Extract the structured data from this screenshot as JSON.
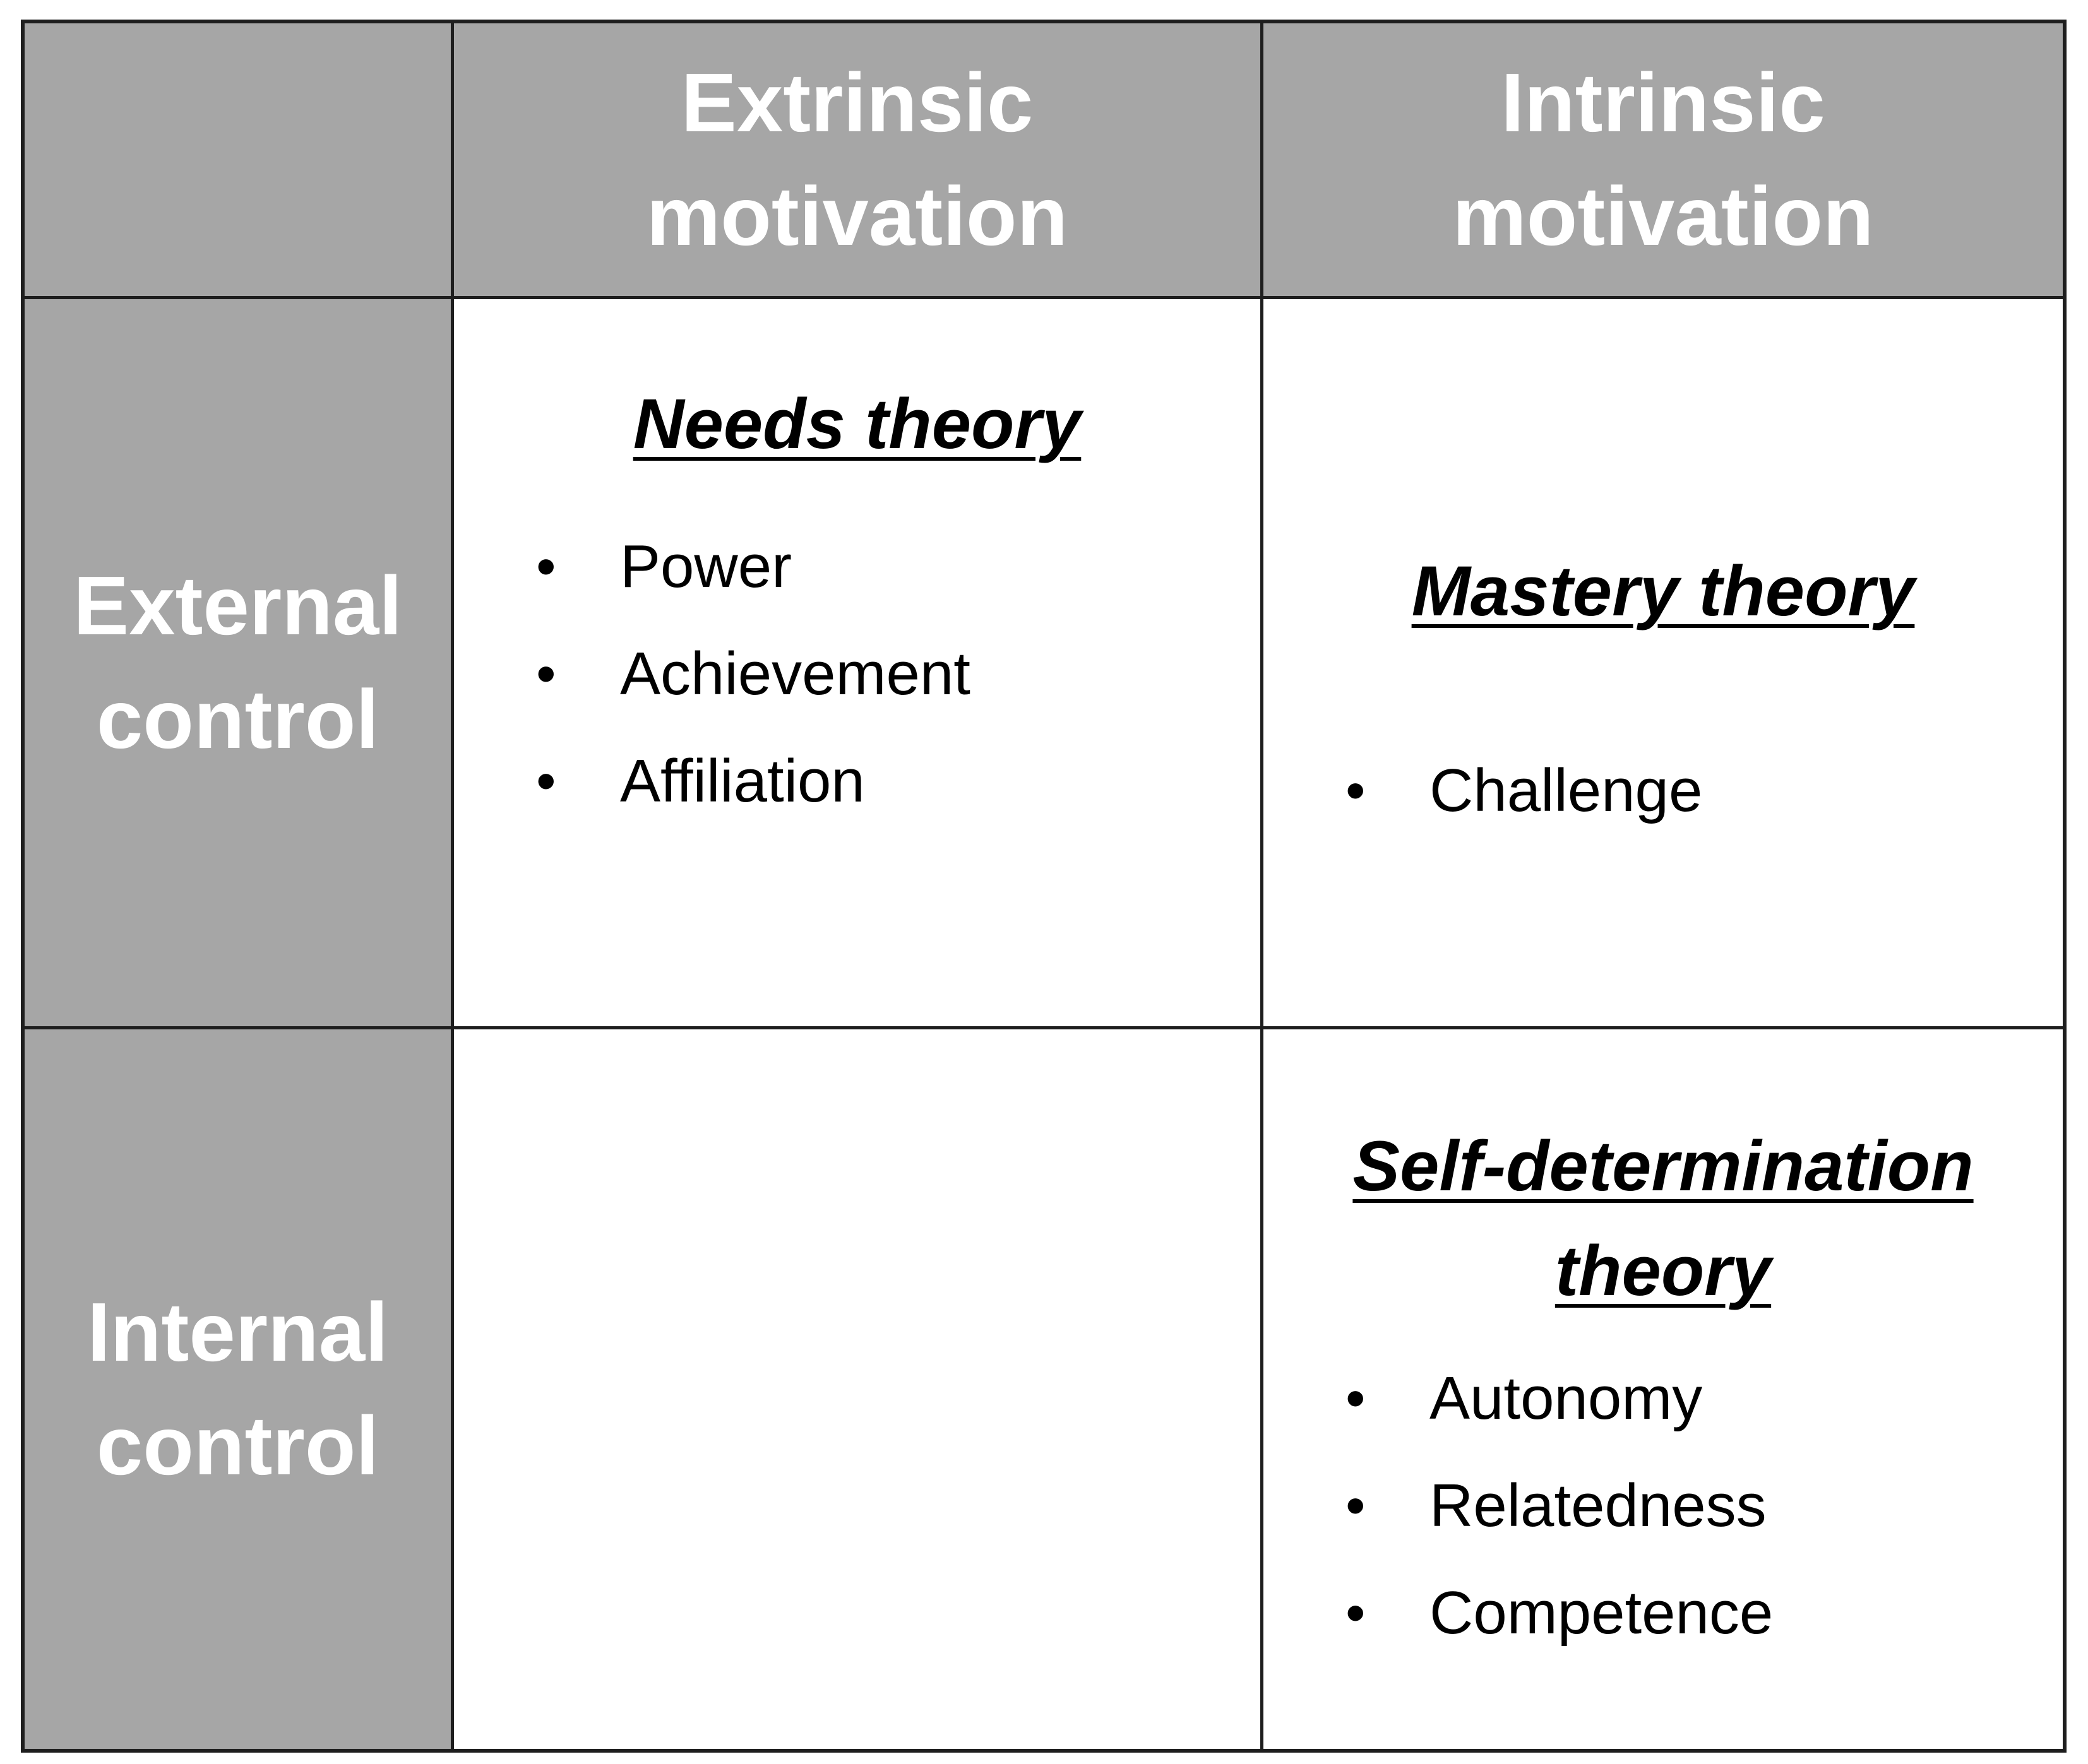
{
  "columns": {
    "extrinsic": [
      "Extrinsic",
      "motivation"
    ],
    "intrinsic": [
      "Intrinsic",
      "motivation"
    ]
  },
  "rows": {
    "external": [
      "External",
      "control"
    ],
    "internal": [
      "Internal",
      "control"
    ]
  },
  "cells": {
    "needs": {
      "title": "Needs theory",
      "items": [
        "Power",
        "Achievement",
        "Affiliation"
      ]
    },
    "mastery": {
      "title": "Mastery theory",
      "items": [
        "Challenge"
      ]
    },
    "self_determination": {
      "title_lines": [
        "Self-determination",
        "theory"
      ],
      "items": [
        "Autonomy",
        "Relatedness",
        "Competence"
      ]
    }
  },
  "colors": {
    "header_fill": "#a6a6a6",
    "border": "#1e1e1e",
    "header_text": "#ffffff"
  }
}
